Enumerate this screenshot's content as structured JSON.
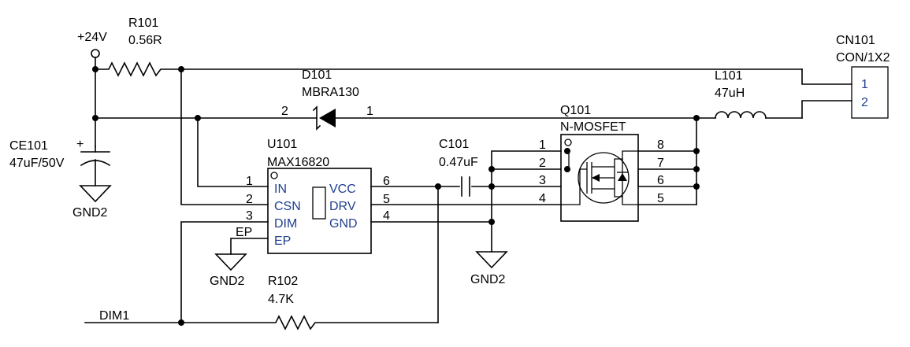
{
  "power": {
    "v24": "+24V"
  },
  "r101": {
    "ref": "R101",
    "value": "0.56R"
  },
  "d101": {
    "ref": "D101",
    "value": "MBRA130",
    "pin_a": "2",
    "pin_k": "1"
  },
  "ce101": {
    "ref": "CE101",
    "value": "47uF/50V",
    "polarity": "+"
  },
  "gnd_ce": {
    "label": "GND2"
  },
  "u101": {
    "ref": "U101",
    "value": "MAX16820",
    "pins_left": [
      {
        "num": "1",
        "name": "IN"
      },
      {
        "num": "2",
        "name": "CSN"
      },
      {
        "num": "3",
        "name": "DIM"
      },
      {
        "num": "",
        "name": "EP"
      }
    ],
    "pins_right": [
      {
        "num": "6",
        "name": "VCC"
      },
      {
        "num": "5",
        "name": "DRV"
      },
      {
        "num": "4",
        "name": "GND"
      }
    ]
  },
  "ep_net": {
    "label": "EP"
  },
  "gnd_ep": {
    "label": "GND2"
  },
  "c101": {
    "ref": "C101",
    "value": "0.47uF"
  },
  "gnd_c": {
    "label": "GND2"
  },
  "q101": {
    "ref": "Q101",
    "value": "N-MOSFET",
    "pins_left": [
      "1",
      "2",
      "3",
      "4"
    ],
    "pins_right": [
      "8",
      "7",
      "6",
      "5"
    ]
  },
  "l101": {
    "ref": "L101",
    "value": "47uH"
  },
  "cn101": {
    "ref": "CN101",
    "value": "CON/1X2",
    "pins": [
      "1",
      "2"
    ]
  },
  "r102": {
    "ref": "R102",
    "value": "4.7K"
  },
  "dim_net": {
    "label": "DIM1"
  }
}
